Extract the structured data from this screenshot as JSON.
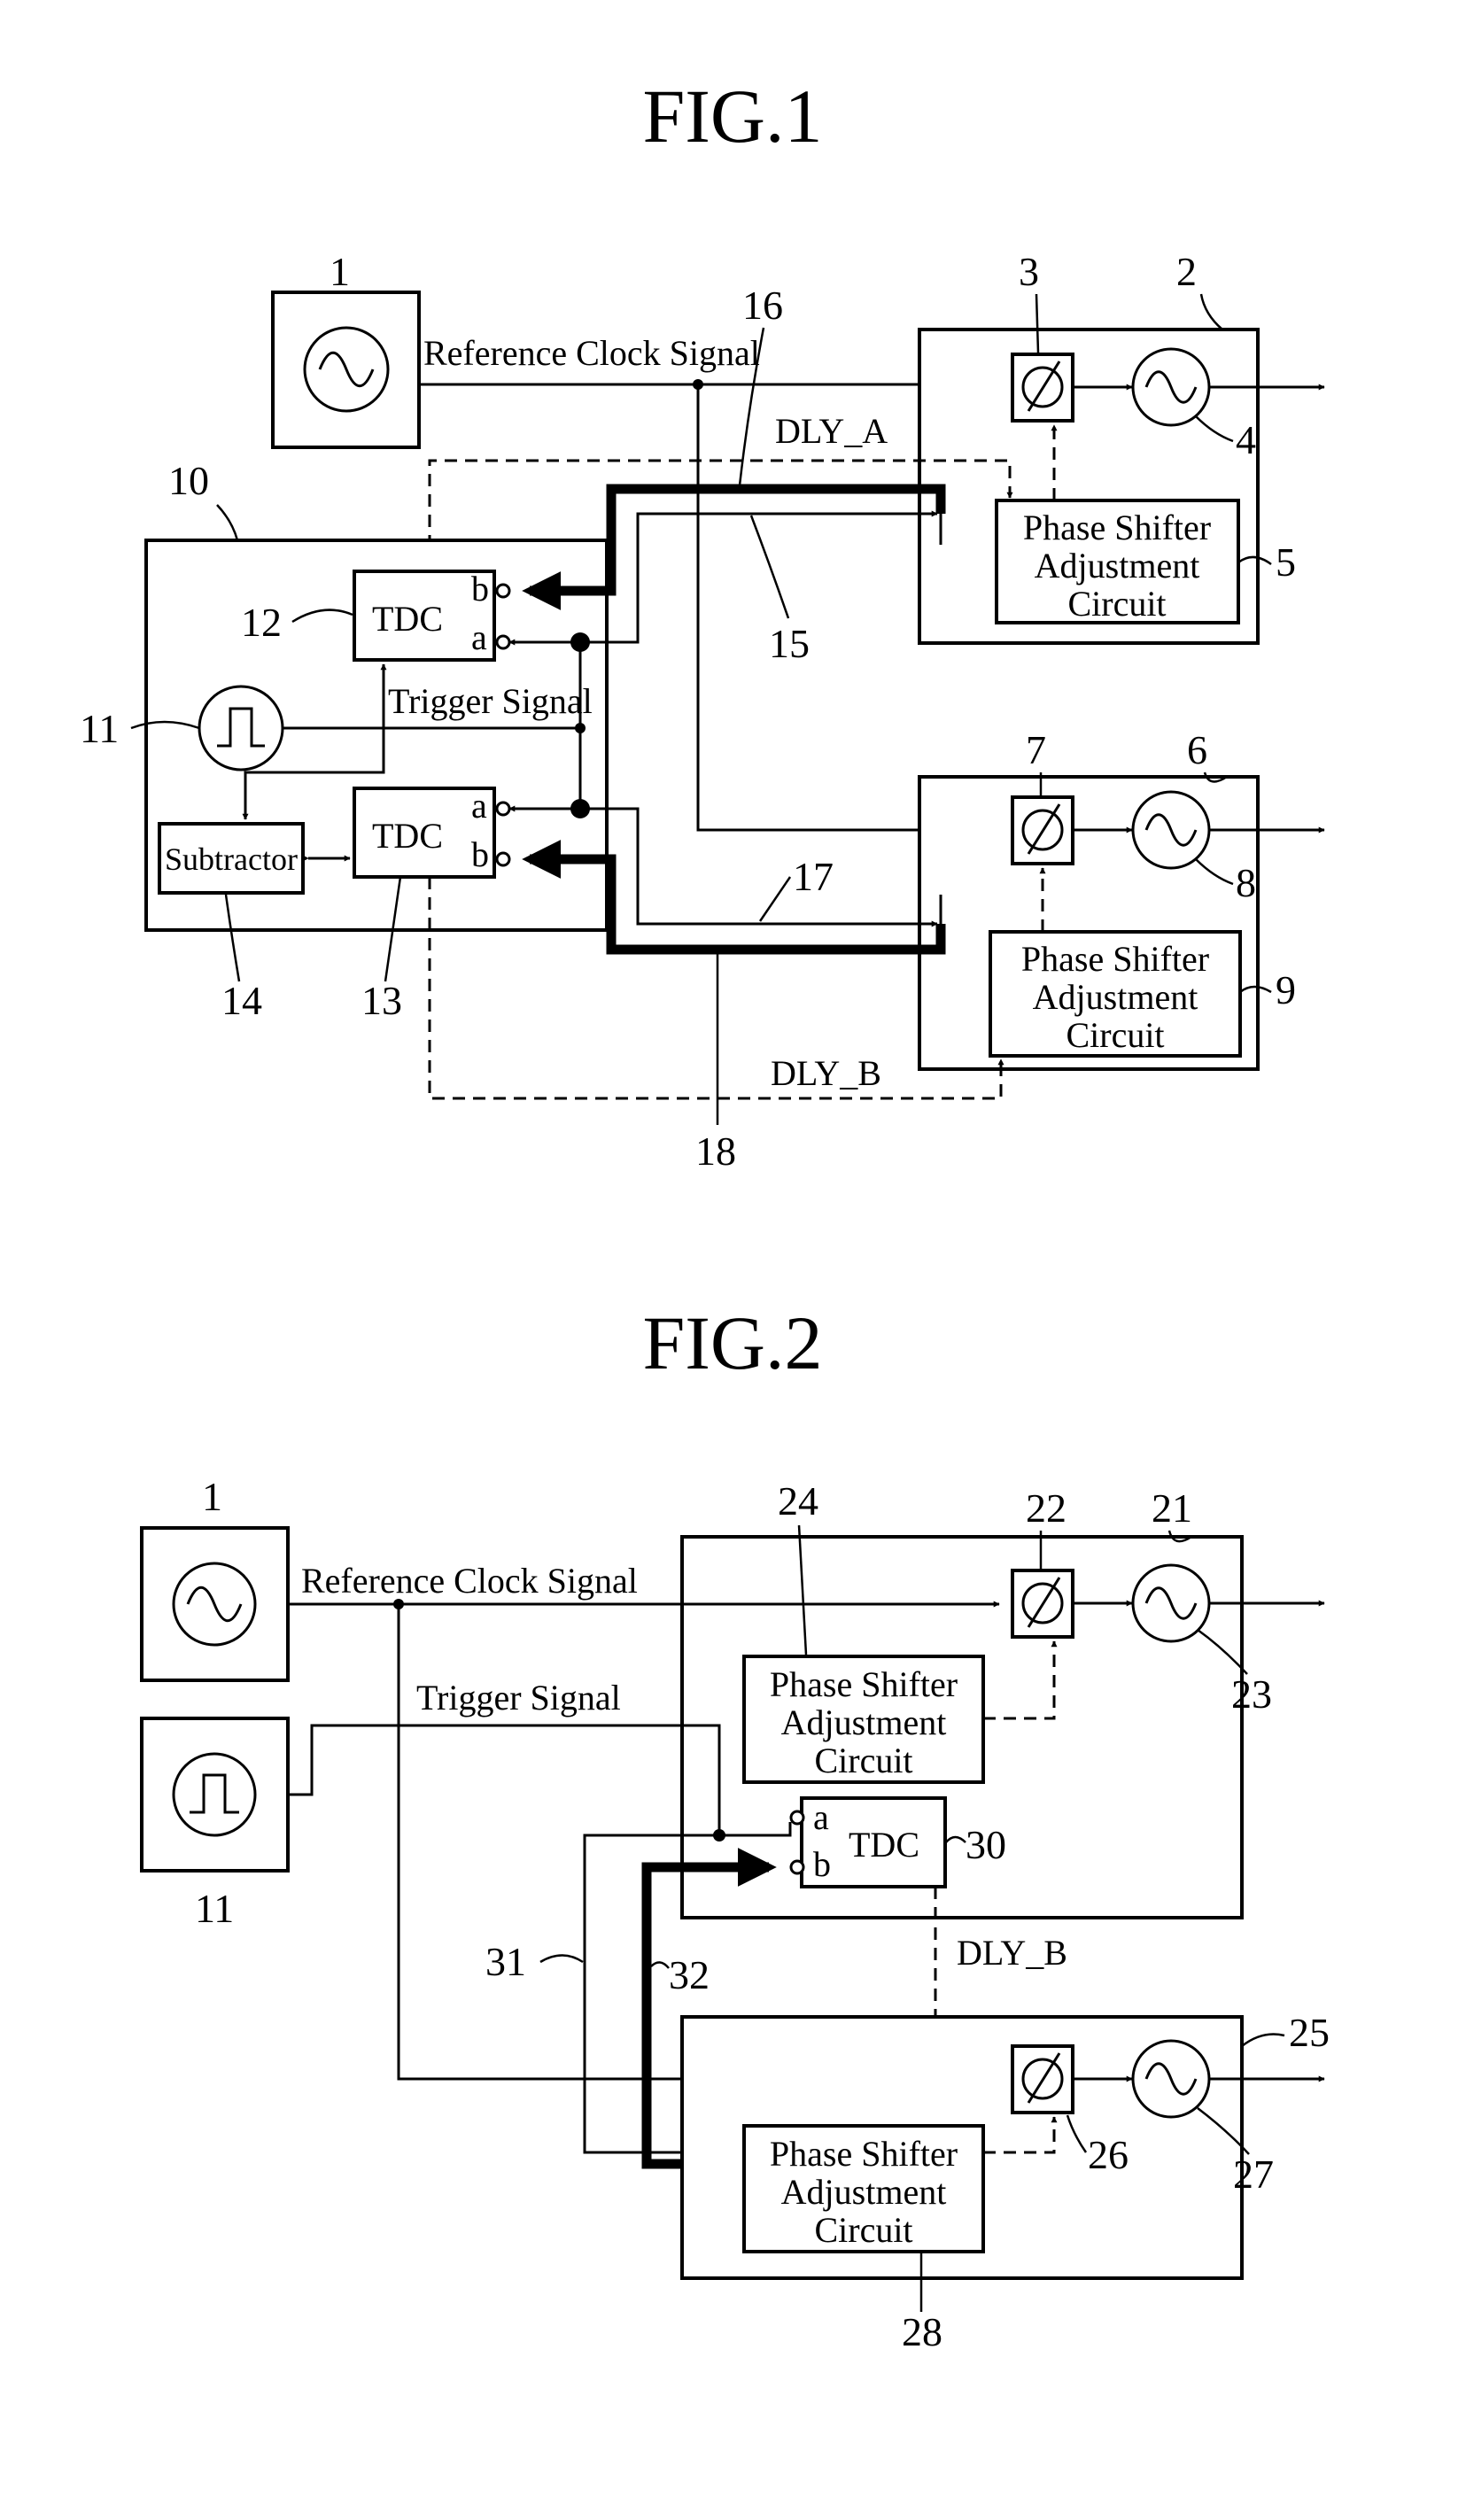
{
  "fig1": {
    "title": "FIG.1",
    "reference_clock_label": "Reference Clock Signal",
    "trigger_label": "Trigger Signal",
    "dly_a": "DLY_A",
    "dly_b": "DLY_B",
    "tdc_label": "TDC",
    "tdc12_ports": [
      "b",
      "a"
    ],
    "tdc13_ports": [
      "a",
      "b"
    ],
    "subtractor": "Subtractor",
    "adjust_circuit_lines": [
      "Phase Shifter",
      "Adjustment",
      "Circuit"
    ],
    "refs": {
      "r1": "1",
      "r2": "2",
      "r3": "3",
      "r4": "4",
      "r5": "5",
      "r6": "6",
      "r7": "7",
      "r8": "8",
      "r9": "9",
      "r10": "10",
      "r11": "11",
      "r12": "12",
      "r13": "13",
      "r14": "14",
      "r15": "15",
      "r16": "16",
      "r17": "17",
      "r18": "18"
    }
  },
  "fig2": {
    "title": "FIG.2",
    "reference_clock_label": "Reference Clock Signal",
    "trigger_label": "Trigger Signal",
    "dly_b": "DLY_B",
    "tdc_label": "TDC",
    "tdc30_ports": [
      "a",
      "b"
    ],
    "adjust_circuit_lines": [
      "Phase Shifter",
      "Adjustment",
      "Circuit"
    ],
    "refs": {
      "r1": "1",
      "r11": "11",
      "r21": "21",
      "r22": "22",
      "r23": "23",
      "r24": "24",
      "r25": "25",
      "r26": "26",
      "r27": "27",
      "r28": "28",
      "r30": "30",
      "r31": "31",
      "r32": "32"
    }
  }
}
